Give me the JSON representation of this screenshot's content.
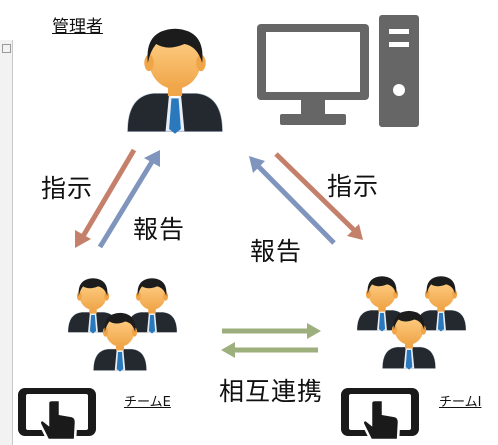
{
  "admin": {
    "label": "管理者"
  },
  "arrows": {
    "left_down": "指示",
    "left_up": "報告",
    "right_down": "指示",
    "right_up": "報告"
  },
  "teams": {
    "left": "チームE",
    "right": "チームI"
  },
  "collaboration": "相互連携",
  "colors": {
    "instruction": "#c5806b",
    "report": "#7f95bd",
    "collaboration": "#9eaf7e",
    "monitor": "#666666",
    "skin": "#f7ba62",
    "hair": "#1c1c1c",
    "tie": "#2a79bd",
    "shirt": "#e8eef6"
  },
  "icons": [
    "admin-person-icon",
    "computer-icon",
    "team-people-icon",
    "tablet-touch-icon"
  ]
}
